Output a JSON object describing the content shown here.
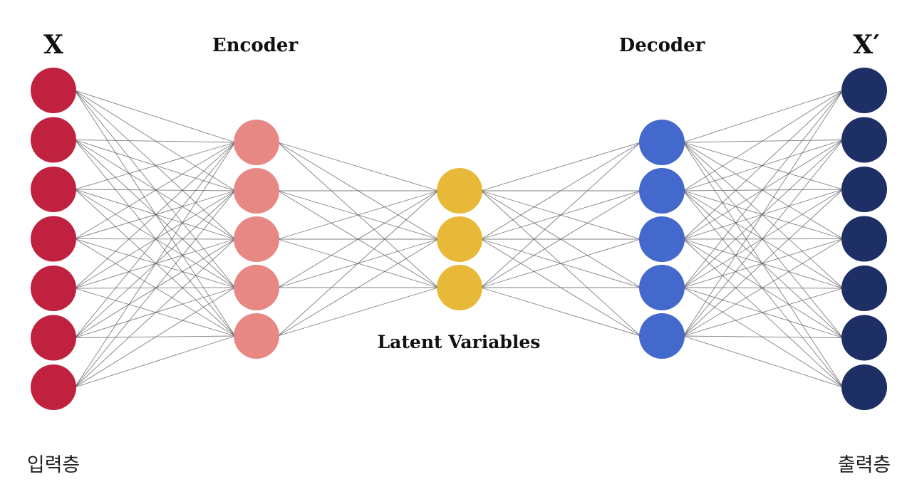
{
  "diagram": {
    "title": "Autoencoder architecture",
    "labels": {
      "input_symbol": "X",
      "output_symbol": "X′",
      "encoder": "Encoder",
      "decoder": "Decoder",
      "latent": "Latent Variables",
      "input_layer": "입력층",
      "output_layer": "출력층"
    },
    "layers": [
      {
        "id": "input",
        "name": "input layer",
        "nodes": 7,
        "color": "#C0213F"
      },
      {
        "id": "encoder",
        "name": "encoder hidden layer",
        "nodes": 5,
        "color": "#E88885"
      },
      {
        "id": "latent",
        "name": "latent layer",
        "nodes": 3,
        "color": "#E8B838"
      },
      {
        "id": "decoder",
        "name": "decoder hidden layer",
        "nodes": 5,
        "color": "#4469CC"
      },
      {
        "id": "output",
        "name": "output layer",
        "nodes": 7,
        "color": "#1E2F66"
      }
    ],
    "connectivity": "fully-connected between adjacent layers",
    "edge_color": "#555555"
  }
}
